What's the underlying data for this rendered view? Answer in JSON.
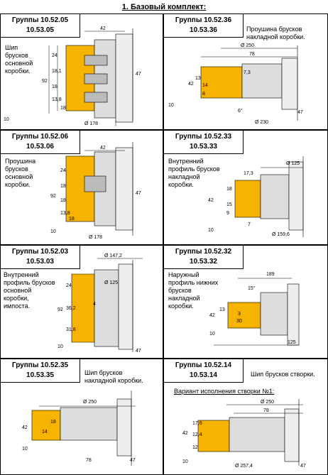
{
  "title": "1. Базовый комплект:",
  "panels": [
    {
      "g1": "Группы 10.52.05",
      "g2": "10.53.05",
      "note": [
        "Шип",
        "брусков",
        "основной",
        "коробки."
      ],
      "dims": [
        "42",
        "47",
        "24",
        "18,1",
        "18",
        "13,8",
        "18",
        "92",
        "10",
        "Ø 178"
      ]
    },
    {
      "g1": "Группы 10.52.36",
      "g2": "10.53.36",
      "note": [
        "Проушина брусков",
        "накладной коробки."
      ],
      "dims": [
        "Ø 250",
        "78",
        "7,3",
        "42",
        "13",
        "14",
        "8",
        "10",
        "6°",
        "47",
        "Ø 230"
      ]
    },
    {
      "g1": "Группы 10.52.06",
      "g2": "10.53.06",
      "note": [
        "Проушина",
        "брусков",
        "основной",
        "коробки."
      ],
      "dims": [
        "42",
        "24",
        "18",
        "92",
        "18",
        "13,8",
        "18",
        "10",
        "47",
        "Ø 178"
      ]
    },
    {
      "g1": "Группы 10.52.33",
      "g2": "10.53.33",
      "note": [
        "Внутренний",
        "профиль брусков",
        "накладной",
        "коробки."
      ],
      "dims": [
        "Ø 125",
        "17,3",
        "18",
        "42",
        "15",
        "9",
        "10",
        "7",
        "Ø 159,6"
      ]
    },
    {
      "g1": "Группы 10.52.03",
      "g2": "10.53.03",
      "note": [
        "Внутренний",
        "профиль брусков",
        "основной",
        "коробки,",
        "импоста."
      ],
      "dims": [
        "Ø 147,2",
        "Ø 125",
        "24",
        "4",
        "92",
        "36,2",
        "31,8",
        "10",
        "47"
      ]
    },
    {
      "g1": "Группы 10.52.32",
      "g2": "10.53.32",
      "note": [
        "Наружный",
        "профиль нижних",
        "брусков",
        "накладной",
        "коробки."
      ],
      "dims": [
        "189",
        "15°",
        "42",
        "13",
        "3",
        "30",
        "10",
        "125"
      ]
    },
    {
      "g1": "Группы 10.52.35",
      "g2": "10.53.35",
      "note": [
        "Шип брусков",
        "накладной коробки."
      ],
      "dims": [
        "Ø 250",
        "42",
        "18",
        "14",
        "10",
        "78",
        "47"
      ]
    },
    {
      "g1": "Группы 10.52.14",
      "g2": "10.53.14",
      "note": [
        "Шип брусков створки."
      ],
      "variant": "Вариант исполнения створки №1:",
      "dims": [
        "Ø 250",
        "78",
        "17,6",
        "42",
        "12,4",
        "12",
        "10",
        "Ø 257,4",
        "47"
      ]
    }
  ]
}
